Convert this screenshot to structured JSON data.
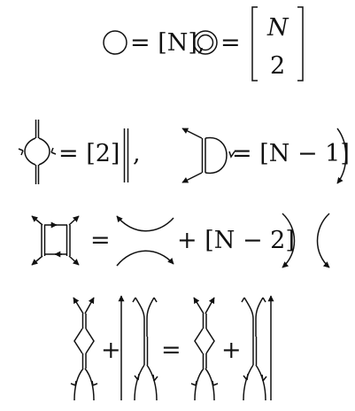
{
  "relations": [
    {
      "id": "circle-values",
      "parts": [
        {
          "kind": "text",
          "value": "= [N],"
        },
        {
          "kind": "text",
          "value": "="
        },
        {
          "kind": "binomial",
          "top": "N",
          "bottom": "2"
        }
      ]
    },
    {
      "id": "bigon-and-loop-removal",
      "parts": [
        {
          "kind": "text",
          "value": "= [2]"
        },
        {
          "kind": "text",
          "value": ","
        },
        {
          "kind": "text",
          "value": "= [N − 1]"
        }
      ]
    },
    {
      "id": "square-removal",
      "parts": [
        {
          "kind": "text",
          "value": "="
        },
        {
          "kind": "text",
          "value": "+ [N − 2]"
        }
      ]
    },
    {
      "id": "square-switch",
      "parts": [
        {
          "kind": "text",
          "value": "+"
        },
        {
          "kind": "text",
          "value": "="
        },
        {
          "kind": "text",
          "value": "+"
        }
      ]
    }
  ],
  "stroke_color": "#111111",
  "background": "#ffffff"
}
